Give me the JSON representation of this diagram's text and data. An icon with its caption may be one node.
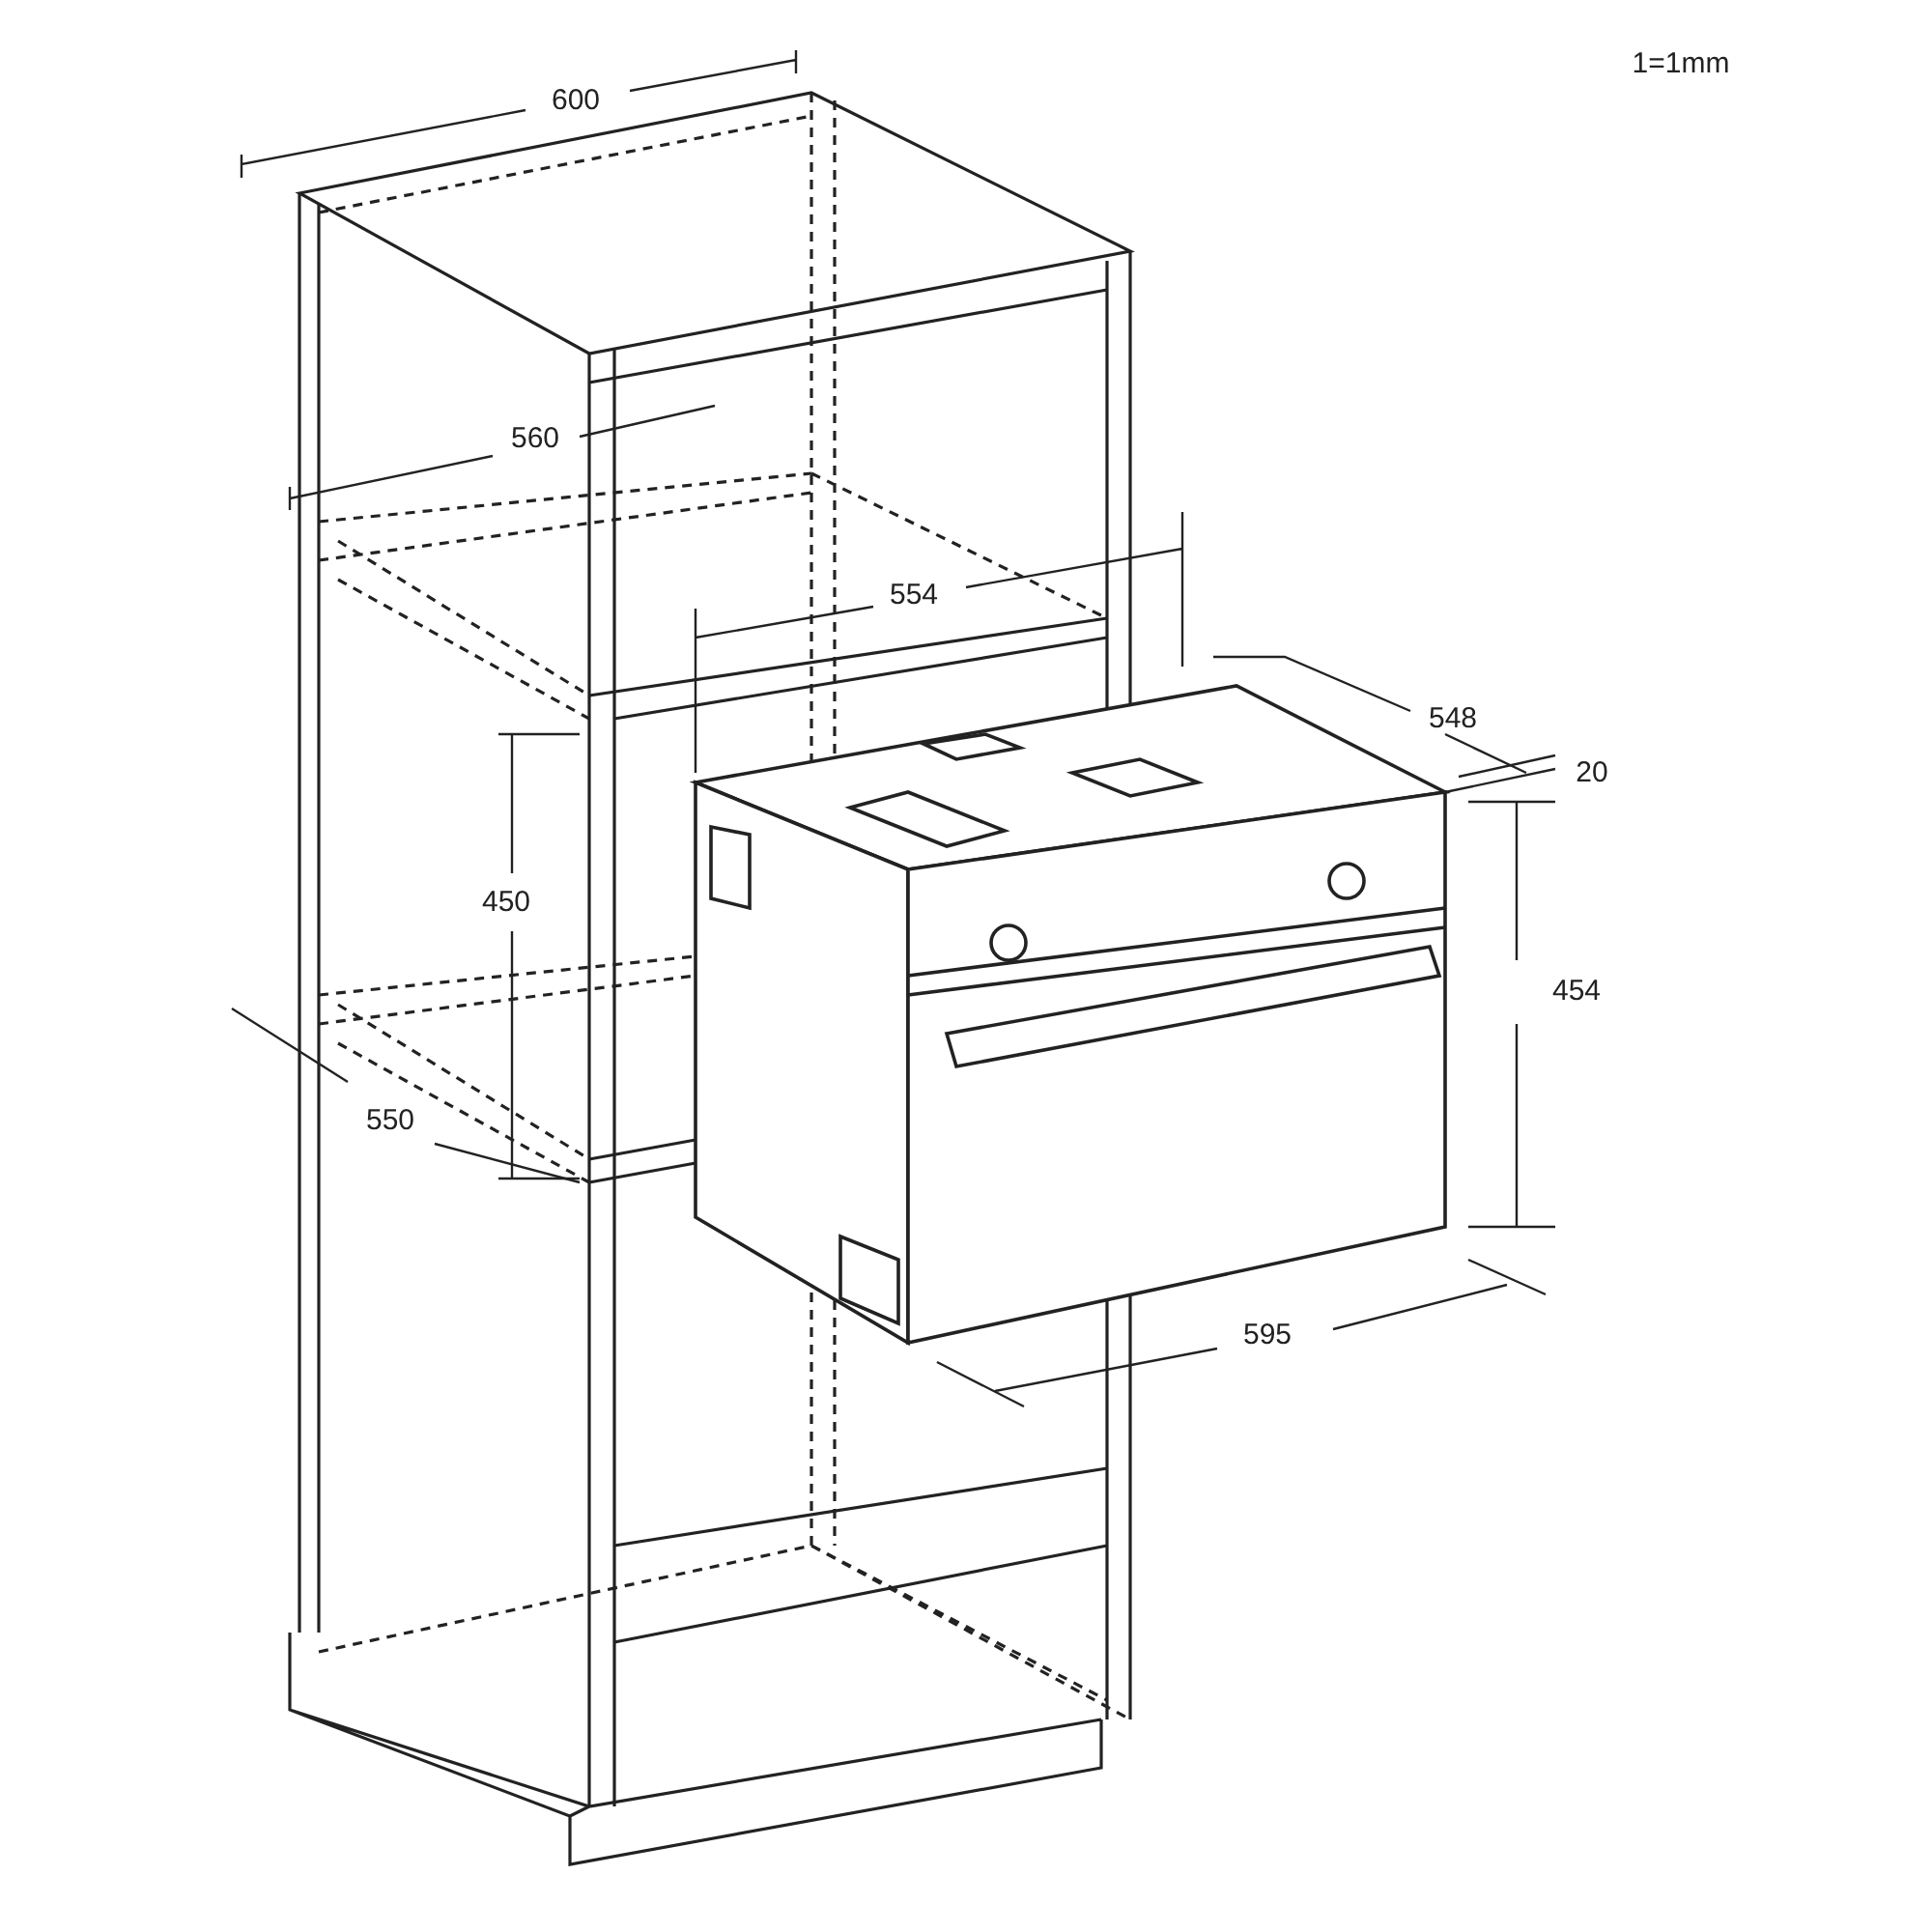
{
  "diagram": {
    "labels": [
      "1=1mm",
      "600",
      "560",
      "554",
      "548",
      "20",
      "450",
      "454",
      "550",
      "595"
    ]
  }
}
